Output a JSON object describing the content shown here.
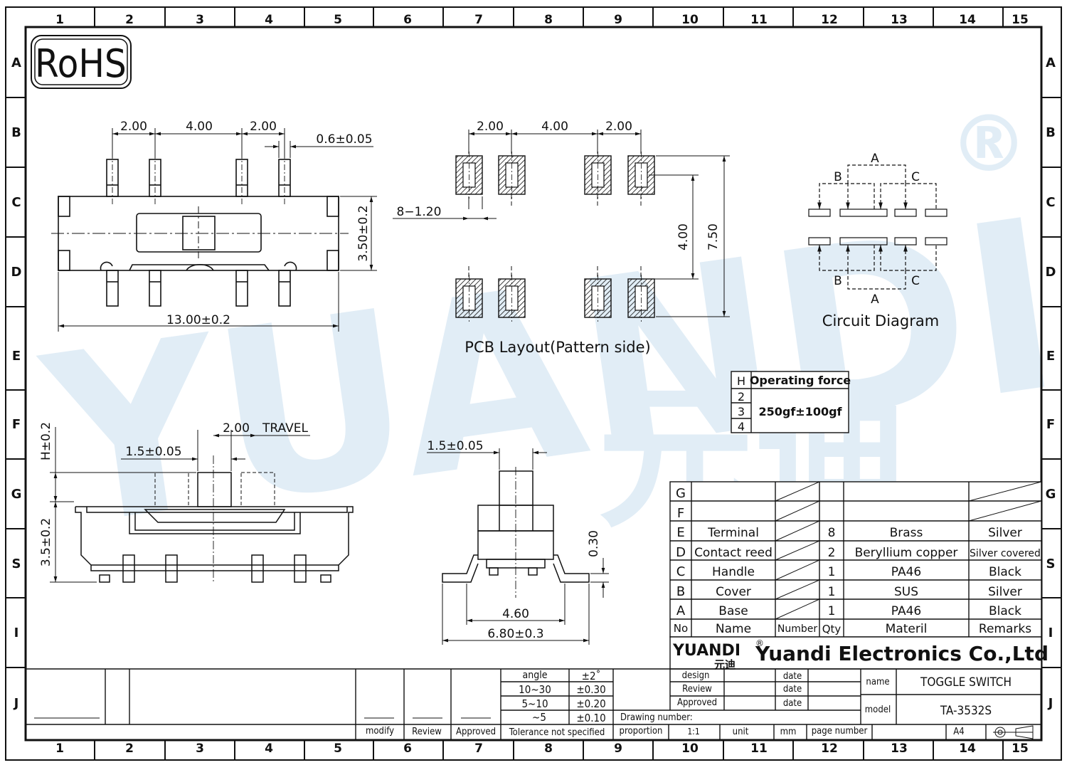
{
  "grid": {
    "cols": [
      "1",
      "2",
      "3",
      "4",
      "5",
      "6",
      "7",
      "8",
      "9",
      "10",
      "11",
      "12",
      "13",
      "14",
      "15"
    ],
    "rows": [
      "A",
      "B",
      "C",
      "D",
      "E",
      "F",
      "G",
      "S",
      "I",
      "J"
    ]
  },
  "watermark": {
    "brand": "YUANDI",
    "registered": "®",
    "chinese": "元迪"
  },
  "rohs": "RoHS",
  "top_view": {
    "dim_a": "2.00",
    "dim_b": "4.00",
    "dim_c": "2.00",
    "pin_width": "0.6±0.05",
    "height": "3.50±0.2",
    "length": "13.00±0.2"
  },
  "pcb": {
    "dim_a": "2.00",
    "dim_b": "4.00",
    "dim_c": "2.00",
    "holes": "8−1.20",
    "inner": "4.00",
    "outer": "7.50",
    "title": "PCB  Layout(Pattern  side)"
  },
  "circuit": {
    "title": "Circuit  Diagram",
    "label_a": "A",
    "label_b": "B",
    "label_c": "C"
  },
  "force_table": {
    "h_header": "H",
    "force_header": "Operating force",
    "rows": [
      "2",
      "3",
      "4"
    ],
    "value": "250gf±100gf"
  },
  "side_view": {
    "h": "H±0.2",
    "travel_dim": "2.00",
    "travel_label": "TRAVEL",
    "knob": "1.5±0.05",
    "height": "3.5±0.2"
  },
  "end_view": {
    "knob": "1.5±0.05",
    "thickness": "0.30",
    "inner": "4.60",
    "outer": "6.80±0.3"
  },
  "bom": {
    "rows": [
      {
        "no": "G",
        "name": "",
        "qty": "",
        "material": "",
        "remarks": ""
      },
      {
        "no": "F",
        "name": "",
        "qty": "",
        "material": "",
        "remarks": ""
      },
      {
        "no": "E",
        "name": "Terminal",
        "qty": "8",
        "material": "Brass",
        "remarks": "Silver"
      },
      {
        "no": "D",
        "name": "Contact reed",
        "qty": "2",
        "material": "Beryllium copper",
        "remarks": "Silver covered"
      },
      {
        "no": "C",
        "name": "Handle",
        "qty": "1",
        "material": "PA46",
        "remarks": "Black"
      },
      {
        "no": "B",
        "name": "Cover",
        "qty": "1",
        "material": "SUS",
        "remarks": "Silver"
      },
      {
        "no": "A",
        "name": "Base",
        "qty": "1",
        "material": "PA46",
        "remarks": "Black"
      }
    ],
    "header": {
      "no": "No",
      "name": "Name",
      "number": "Number",
      "qty": "Qty",
      "material": "Materil",
      "remarks": "Remarks"
    }
  },
  "company": {
    "logo": "YUANDI",
    "logo_cn": "元迪",
    "registered": "®",
    "name": "Yuandi Electronics Co.,Ltd"
  },
  "title_block": {
    "angle": "angle",
    "angle_tol": "±2˚",
    "r1": "10~30",
    "t1": "±0.30",
    "r2": "5~10",
    "t2": "±0.20",
    "r3": "~5",
    "t3": "±0.10",
    "modify": "modify",
    "review": "Review",
    "approved": "Approved",
    "tolerance": "Tolerance not specified",
    "design": "design",
    "review2": "Review",
    "approved2": "Approved",
    "date": "date",
    "drawing_number": "Drawing number:",
    "proportion": "proportion",
    "scale": "1:1",
    "unit": "unit",
    "mm": "mm",
    "page_number": "page number",
    "paper": "A4",
    "name_label": "name",
    "name_value": "TOGGLE SWITCH",
    "model_label": "model",
    "model_value": "TA-3532S"
  }
}
